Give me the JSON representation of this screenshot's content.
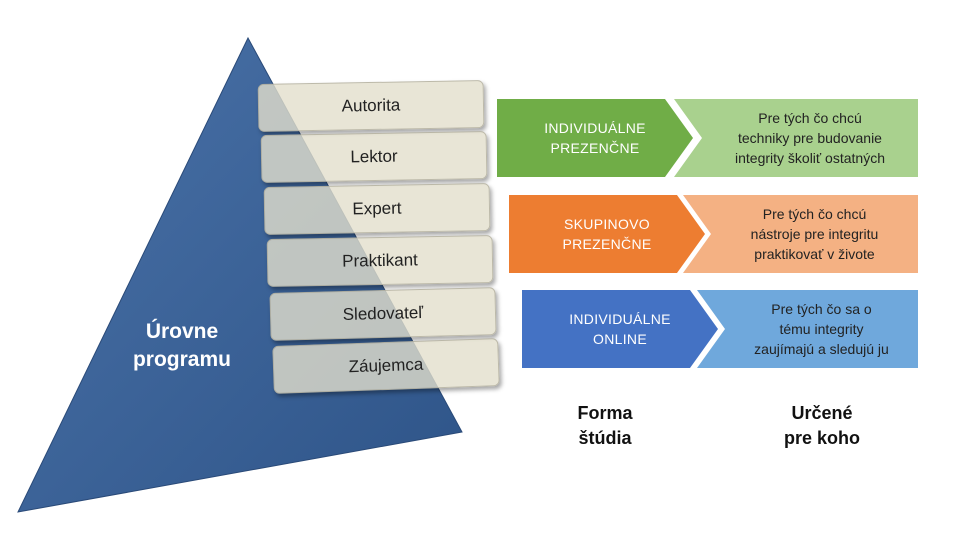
{
  "pyramid": {
    "label_lines": [
      "Úrovne",
      "programu"
    ],
    "color": "#3a5f94",
    "levels": [
      "Autorita",
      "Lektor",
      "Expert",
      "Praktikant",
      "Sledovateľ",
      "Záujemca"
    ]
  },
  "rows": [
    {
      "form_lines": [
        "INDIVIDUÁLNE",
        "PREZENČNE"
      ],
      "form_color": "#70ad47",
      "desc_lines": [
        "Pre tých čo chcú",
        "techniky pre budovanie",
        "integrity školiť ostatných"
      ],
      "desc_color": "#a9d18e"
    },
    {
      "form_lines": [
        "SKUPINOVO",
        "PREZENČNE"
      ],
      "form_color": "#ed7d31",
      "desc_lines": [
        "Pre tých čo chcú",
        "nástroje pre integritu",
        "praktikovať v živote"
      ],
      "desc_color": "#f4b183"
    },
    {
      "form_lines": [
        "INDIVIDUÁLNE",
        "ONLINE"
      ],
      "form_color": "#4472c4",
      "desc_lines": [
        "Pre tých čo sa o",
        "tému integrity",
        "zaujímajú a sledujú ju"
      ],
      "desc_color": "#6fa8dc"
    }
  ],
  "columns": {
    "form_heading_lines": [
      "Forma",
      "štúdia"
    ],
    "target_heading_lines": [
      "Určené",
      "pre koho"
    ]
  }
}
